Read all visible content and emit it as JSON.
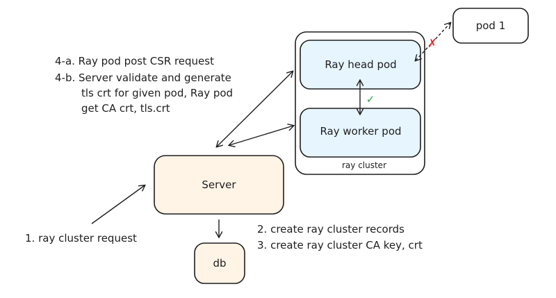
{
  "nodes": {
    "pod1": "pod 1",
    "ray_head_pod": "Ray head pod",
    "ray_worker_pod": "Ray worker pod",
    "ray_cluster": "ray cluster",
    "server": "Server",
    "db": "db"
  },
  "notes": {
    "step_4a": "4-a. Ray pod post CSR request",
    "step_4b_line1": "4-b. Server validate and generate",
    "step_4b_line2": "tls crt for given pod, Ray pod",
    "step_4b_line3": "get CA crt, tls.crt",
    "step_1": "1. ray cluster request",
    "step_2": "2. create ray cluster records",
    "step_3": "3. create ray cluster CA key, crt"
  },
  "marks": {
    "blocked": "✗",
    "allowed": "✓"
  },
  "colors": {
    "stroke": "#1e1e1e",
    "pod_fill": "#e7f5ff",
    "server_fill": "#fff4e6",
    "db_fill": "#fff4e6",
    "blocked_mark": "#e03131",
    "allowed_mark": "#2f9e44"
  }
}
